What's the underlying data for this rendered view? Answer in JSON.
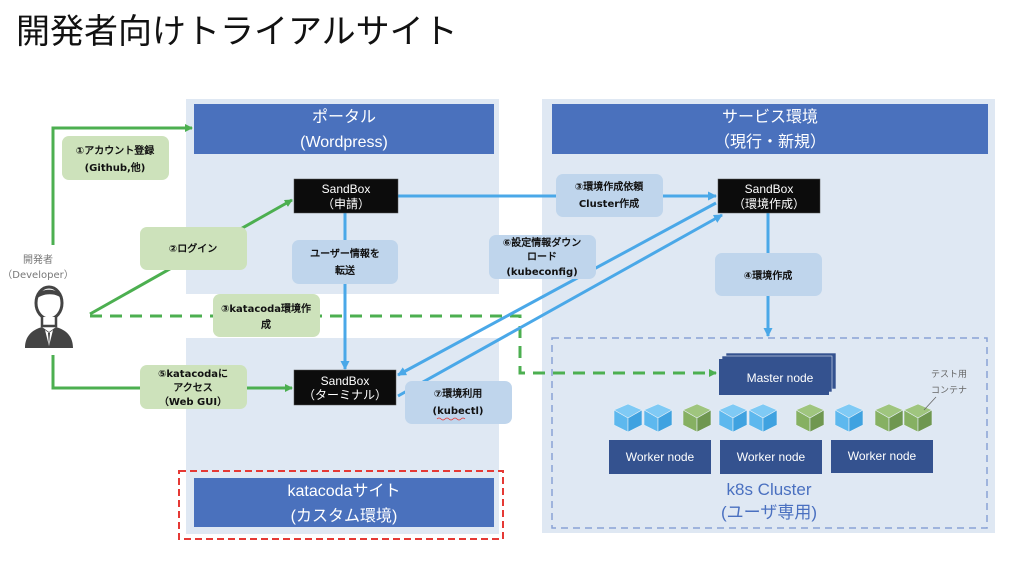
{
  "title": "開発者向けトライアルサイト",
  "colors": {
    "panel_bg": "#dfe8f3",
    "header_blue": "#4a71bd",
    "sandbox_black": "#0c0c0c",
    "green_label": "#cde2bb",
    "blue_label": "#bfd5ec",
    "green_arrow": "#4caf50",
    "blue_arrow": "#4aa8e8",
    "node_navy": "#34528f",
    "red_dash": "#e53935",
    "cluster_dash": "#8aa3d6"
  },
  "developer": {
    "name": "開発者",
    "sub": "（Developer）"
  },
  "portal": {
    "line1": "ポータル",
    "line2": "(Wordpress)"
  },
  "service": {
    "line1": "サービス環境",
    "line2": "（現行・新規）"
  },
  "katacoda": {
    "line1": "katacodaサイト",
    "line2": "(カスタム環境)"
  },
  "sandboxes": {
    "apply": {
      "line1": "SandBox",
      "line2": "（申請）"
    },
    "env": {
      "line1": "SandBox",
      "line2": "（環境作成）"
    },
    "terminal": {
      "line1": "SandBox",
      "line2": "（ターミナル）"
    }
  },
  "steps": {
    "s1": {
      "line1": "①アカウント登録",
      "line2": "(Github,他)"
    },
    "s2": {
      "line1": "②ログイン"
    },
    "transfer": {
      "line1": "ユーザー情報を",
      "line2": "転送"
    },
    "s3a": {
      "line1": "③環境作成依頼",
      "line2": "Cluster作成"
    },
    "s3b": {
      "line1": "③katacoda環境作",
      "line2": "成"
    },
    "s4": {
      "line1": "④環境作成"
    },
    "s5": {
      "line1": "⑤katacodaに",
      "line2": "アクセス",
      "line3": "（Web GUI）"
    },
    "s6": {
      "line1": "⑥設定情報ダウン",
      "line2": "ロード",
      "line3": "(kubeconfig)"
    },
    "s7": {
      "line1": "⑦環境利用",
      "line2": "(kubectl)"
    }
  },
  "cluster": {
    "master": "Master node",
    "workers": [
      "Worker node",
      "Worker node",
      "Worker node"
    ],
    "label1": "k8s Cluster",
    "label2": "(ユーザ専用)",
    "note1": "テスト用",
    "note2": "コンテナ",
    "containers": [
      "blue",
      "blue",
      "green",
      "blue",
      "blue",
      "green",
      "blue",
      "green",
      "green"
    ]
  }
}
